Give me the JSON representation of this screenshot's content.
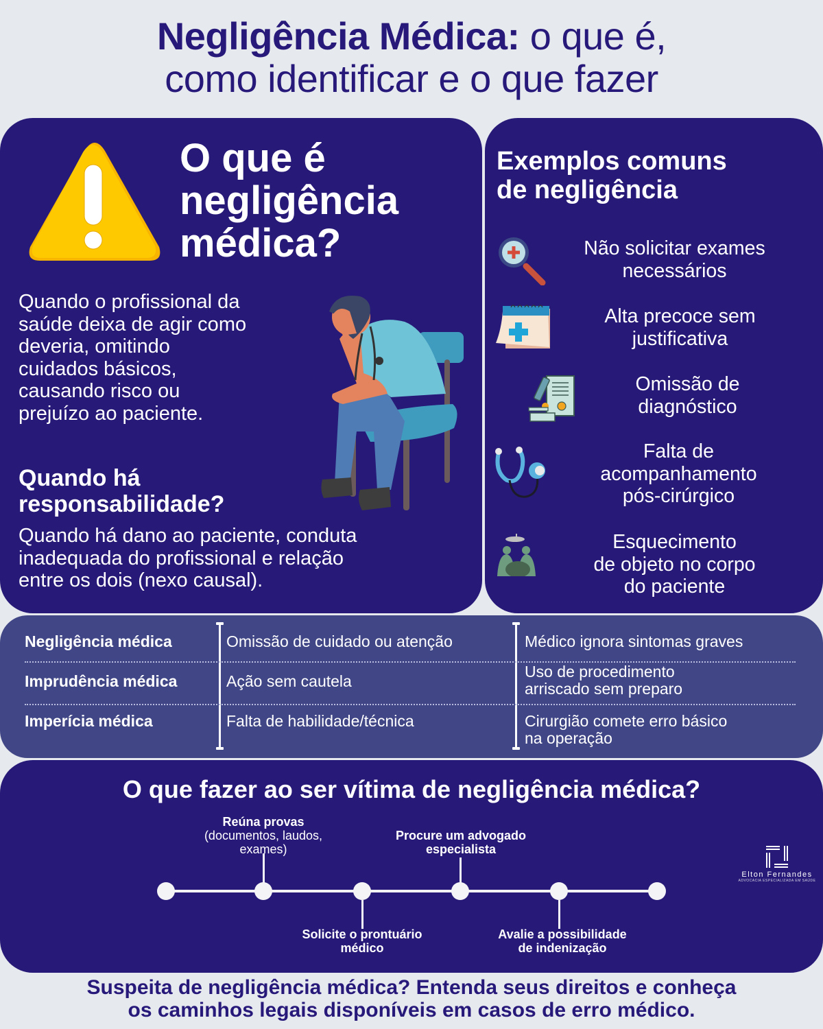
{
  "header": {
    "title_bold": "Negligência Médica:",
    "title_rest_line1": " o que é,",
    "title_line2": "como identificar e o que fazer"
  },
  "what_is": {
    "heading_line1": "O que é",
    "heading_line2": "negligência",
    "heading_line3": "médica?",
    "icon": "warning-triangle-icon",
    "description": "Quando o profissional da saúde deixa de agir como deveria, omitindo cuidados básicos, causando risco ou prejuízo ao paciente.",
    "description_lines": [
      "Quando o profissional da",
      "saúde deixa de agir como",
      "deveria, omitindo",
      "cuidados básicos,",
      "causando risco ou",
      "prejuízo ao paciente."
    ],
    "illustration": "tired-doctor-sitting-on-chair"
  },
  "responsibility": {
    "heading_line1": "Quando há",
    "heading_line2": "responsabilidade?",
    "text_lines": [
      "Quando há dano ao paciente, conduta",
      "inadequada do profissional e relação",
      "entre os dois (nexo causal)."
    ]
  },
  "examples": {
    "heading_line1": "Exemplos comuns",
    "heading_line2": "de negligência",
    "items": [
      {
        "icon": "magnifier-plus-icon",
        "line1": "Não solicitar exames",
        "line2": "necessários"
      },
      {
        "icon": "calendar-medical-icon",
        "line1": "Alta precoce sem",
        "line2": "justificativa"
      },
      {
        "icon": "microscope-report-icon",
        "line1": "Omissão de",
        "line2": "diagnóstico"
      },
      {
        "icon": "stethoscope-icon",
        "line1": "Falta de",
        "line2": "acompanhamento",
        "line3": "pós-cirúrgico"
      },
      {
        "icon": "surgery-team-icon",
        "line1": "Esquecimento",
        "line2": "de objeto no corpo",
        "line3": "do paciente"
      }
    ]
  },
  "comparison_table": {
    "rows": [
      {
        "type": "Negligência médica",
        "definition": "Omissão de cuidado ou atenção",
        "example_line1": "Médico ignora sintomas graves",
        "example_line2": ""
      },
      {
        "type": "Imprudência médica",
        "definition": "Ação sem cautela",
        "example_line1": "Uso de procedimento",
        "example_line2": "arriscado sem preparo"
      },
      {
        "type": "Imperícia médica",
        "definition": "Falta de habilidade/técnica",
        "example_line1": "Cirurgião comete erro básico",
        "example_line2": "na operação"
      }
    ]
  },
  "steps": {
    "heading": "O que fazer ao ser vítima de negligência médica?",
    "items": [
      {
        "bold": "Reúna provas",
        "line2": "(documentos, laudos,",
        "line3": "exames)"
      },
      {
        "bold": "Solicite o prontuário",
        "bold2": "médico"
      },
      {
        "bold": "Procure um advogado",
        "bold2": "especialista"
      },
      {
        "bold": "Avalie a possibilidade",
        "bold2": "de indenização"
      }
    ]
  },
  "logo": {
    "name": "Elton Fernandes",
    "subtitle": "ADVOCACIA ESPECIALIZADA EM SAÚDE"
  },
  "footer": {
    "line1": "Suspeita de negligência médica? Entenda seus direitos e conheça",
    "line2": "os caminhos legais disponíveis em casos de erro médico."
  },
  "colors": {
    "background": "#e6e9ee",
    "navy": "#271977",
    "table_bg": "#414786",
    "warning_yellow": "#ffc700",
    "text_white": "#ffffff"
  }
}
